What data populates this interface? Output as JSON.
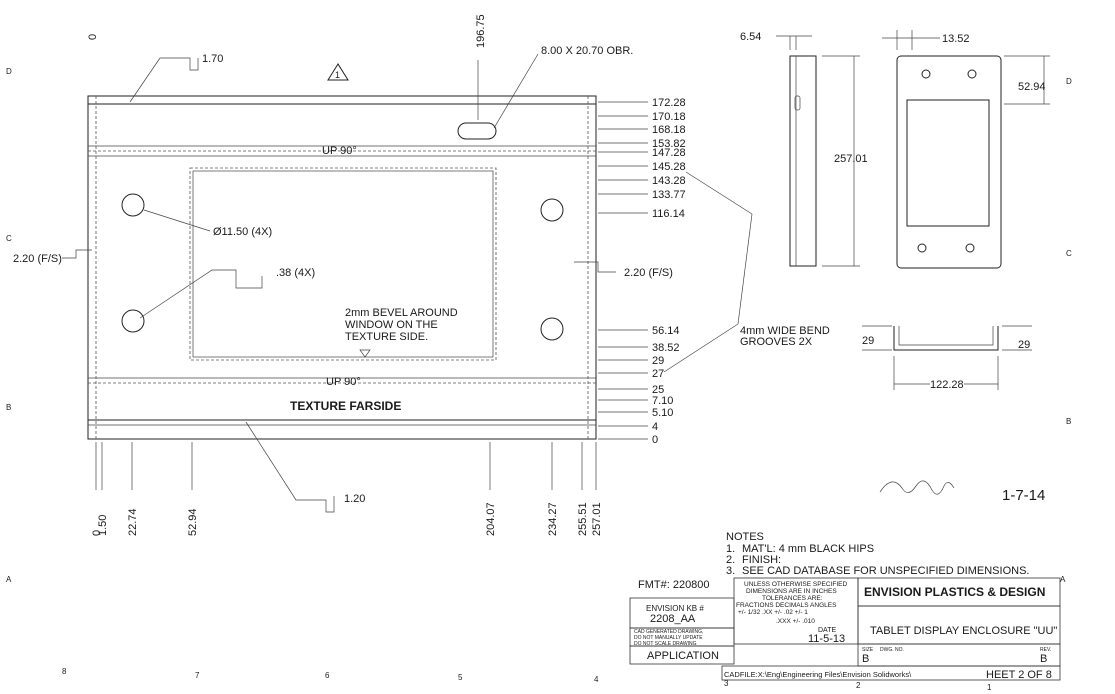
{
  "drawing": {
    "top_dims": {
      "d_1_70": "1.70",
      "zero_left": "0",
      "d_196_75": "196.75",
      "slot_callout": "8.00 X 20.70 OBR.",
      "rev_triangle": "1"
    },
    "right_stack": [
      "172.28",
      "170.18",
      "168.18",
      "153.82",
      "147.28",
      "145.28",
      "143.28",
      "133.77",
      "116.14",
      "56.14",
      "38.52",
      "29",
      "27",
      "25",
      "7.10",
      "5.10",
      "4",
      "0"
    ],
    "bottom_stack": [
      "0",
      "1.50",
      "22.74",
      "52.94",
      "204.07",
      "234.27",
      "255.51",
      "257.01"
    ],
    "labels": {
      "up_top": "UP 90°",
      "up_bottom": "UP 90°",
      "hole_dia": "Ø11.50 (4X)",
      "rad": ".38 (4X)",
      "fs_left": "2.20 (F/S)",
      "fs_right": "2.20 (F/S)",
      "bevel_1": "2mm BEVEL AROUND",
      "bevel_2": "WINDOW ON THE",
      "bevel_3": "TEXTURE SIDE.",
      "texture": "TEXTURE FARSIDE",
      "d_1_20": "1.20",
      "bend_1": "4mm WIDE BEND",
      "bend_2": "GROOVES 2X"
    },
    "side_view": {
      "d_6_54": "6.54",
      "d_257_01": "257.01"
    },
    "front_view": {
      "d_13_52": "13.52",
      "d_52_94": "52.94"
    },
    "section_view": {
      "d_29_left": "29",
      "d_29_right": "29",
      "d_122_28": "122.28"
    },
    "zones": {
      "D": "D",
      "C": "C",
      "B": "B",
      "A": "A",
      "n8": "8",
      "n7": "7",
      "n6": "6",
      "n5": "5",
      "n4": "4",
      "n3": "3",
      "n2": "2",
      "n1": "1"
    },
    "signature": {
      "date": "1-7-14"
    }
  },
  "notes": {
    "header": "NOTES",
    "items": [
      {
        "num": "1.",
        "text": "MAT'L: 4 mm BLACK HIPS"
      },
      {
        "num": "2.",
        "text": "FINISH:"
      },
      {
        "num": "3.",
        "text": "SEE CAD DATABASE FOR UNSPECIFIED DIMENSIONS."
      }
    ]
  },
  "title_block": {
    "fmt": "FMT#: 220800",
    "env_kb_label": "ENVISION KB #",
    "env_kb_value": "2208_AA",
    "cad_note_1": "CAD GENERATED DRAWING,",
    "cad_note_2": "DO NOT MANUALLY UPDATE",
    "cad_note_3": "DO NOT SCALE DRAWING",
    "application": "APPLICATION",
    "tol_1": "UNLESS OTHERWISE SPECIFIED",
    "tol_2": "DIMENSIONS ARE IN INCHES",
    "tol_3": "TOLERANCES ARE:",
    "tol_4": "FRACTIONS  DECIMALS  ANGLES",
    "tol_5": "+/- 1/32    .XX +/- .02    +/- 1",
    "tol_6": ".XXX +/- .010",
    "date_label": "DATE",
    "date_value": "11-5-13",
    "company": "ENVISION PLASTICS & DESIGN",
    "title": "TABLET DISPLAY ENCLOSURE \"UU\"",
    "size_label": "SIZE",
    "size_value": "B",
    "dwg_label": "DWG. NO.",
    "rev_label": "REV.",
    "rev_value": "B",
    "cadfile": "CADFILE:X:\\Eng\\Engineering Files\\Envision Solidworks\\",
    "sheet": "HEET 2 OF 8"
  }
}
